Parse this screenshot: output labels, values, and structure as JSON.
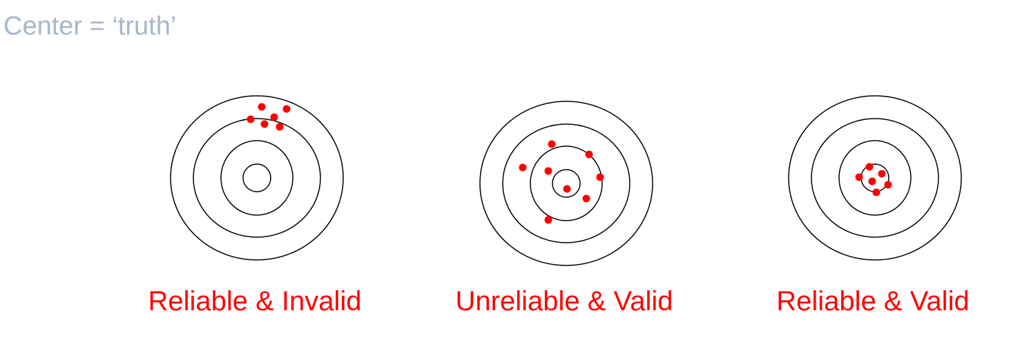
{
  "heading": {
    "text": "Center = ‘truth’",
    "color": "#a6b7c9"
  },
  "colors": {
    "ring": "#000000",
    "hit": "#ff0000",
    "caption": "#ff0000"
  },
  "targets": [
    {
      "caption": "Reliable & Invalid",
      "hits": [
        [
          7,
          -103
        ],
        [
          43,
          -100
        ],
        [
          -9,
          -85
        ],
        [
          25,
          -88
        ],
        [
          11,
          -78
        ],
        [
          33,
          -74
        ]
      ]
    },
    {
      "caption": "Unreliable & Valid",
      "hits": [
        [
          -21,
          -57
        ],
        [
          33,
          -42
        ],
        [
          -63,
          -23
        ],
        [
          -26,
          -18
        ],
        [
          49,
          -9
        ],
        [
          1,
          8
        ],
        [
          29,
          22
        ],
        [
          -26,
          53
        ]
      ]
    },
    {
      "caption": "Reliable & Valid",
      "hits": [
        [
          -8,
          -16
        ],
        [
          10,
          -6
        ],
        [
          -23,
          -1
        ],
        [
          -4,
          5
        ],
        [
          19,
          10
        ],
        [
          2,
          21
        ]
      ]
    }
  ]
}
